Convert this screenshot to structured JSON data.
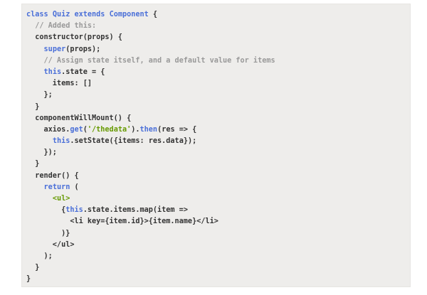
{
  "code_block": {
    "language": "javascript",
    "lines": [
      [
        {
          "t": "class ",
          "c": "kw"
        },
        {
          "t": "Quiz ",
          "c": "kw"
        },
        {
          "t": "extends ",
          "c": "kw"
        },
        {
          "t": "Component ",
          "c": "kw"
        },
        {
          "t": "{",
          "c": "tx"
        }
      ],
      [
        {
          "t": "  // Added this:",
          "c": "cm"
        }
      ],
      [
        {
          "t": "  constructor(props) {",
          "c": "tx"
        }
      ],
      [
        {
          "t": "    ",
          "c": "tx"
        },
        {
          "t": "super",
          "c": "kw"
        },
        {
          "t": "(props);",
          "c": "tx"
        }
      ],
      [
        {
          "t": "    // Assign state itself, and a default value for items",
          "c": "cm"
        }
      ],
      [
        {
          "t": "    ",
          "c": "tx"
        },
        {
          "t": "this",
          "c": "kw"
        },
        {
          "t": ".state = {",
          "c": "tx"
        }
      ],
      [
        {
          "t": "      items: []",
          "c": "tx"
        }
      ],
      [
        {
          "t": "    };",
          "c": "tx"
        }
      ],
      [
        {
          "t": "  }",
          "c": "tx"
        }
      ],
      [
        {
          "t": "  componentWillMount() {",
          "c": "tx"
        }
      ],
      [
        {
          "t": "    axios.",
          "c": "tx"
        },
        {
          "t": "get",
          "c": "kw"
        },
        {
          "t": "(",
          "c": "tx"
        },
        {
          "t": "'/thedata'",
          "c": "st"
        },
        {
          "t": ").",
          "c": "tx"
        },
        {
          "t": "then",
          "c": "kw"
        },
        {
          "t": "(res => {",
          "c": "tx"
        }
      ],
      [
        {
          "t": "      ",
          "c": "tx"
        },
        {
          "t": "this",
          "c": "kw"
        },
        {
          "t": ".setState({items: res.data});",
          "c": "tx"
        }
      ],
      [
        {
          "t": "    });",
          "c": "tx"
        }
      ],
      [
        {
          "t": "  }",
          "c": "tx"
        }
      ],
      [
        {
          "t": "  render() {",
          "c": "tx"
        }
      ],
      [
        {
          "t": "    ",
          "c": "tx"
        },
        {
          "t": "return",
          "c": "kw"
        },
        {
          "t": " (",
          "c": "tx"
        }
      ],
      [
        {
          "t": "      ",
          "c": "tx"
        },
        {
          "t": "<ul>",
          "c": "tag"
        }
      ],
      [
        {
          "t": "        {",
          "c": "tx"
        },
        {
          "t": "this",
          "c": "kw"
        },
        {
          "t": ".state.items.map(item =>",
          "c": "tx"
        }
      ],
      [
        {
          "t": "          <li key={item.id}>{item.name}</li>",
          "c": "tx"
        }
      ],
      [
        {
          "t": "        )}",
          "c": "tx"
        }
      ],
      [
        {
          "t": "      </ul>",
          "c": "tx"
        }
      ],
      [
        {
          "t": "    );",
          "c": "tx"
        }
      ],
      [
        {
          "t": "  }",
          "c": "tx"
        }
      ],
      [
        {
          "t": "}",
          "c": "tx"
        }
      ]
    ]
  }
}
